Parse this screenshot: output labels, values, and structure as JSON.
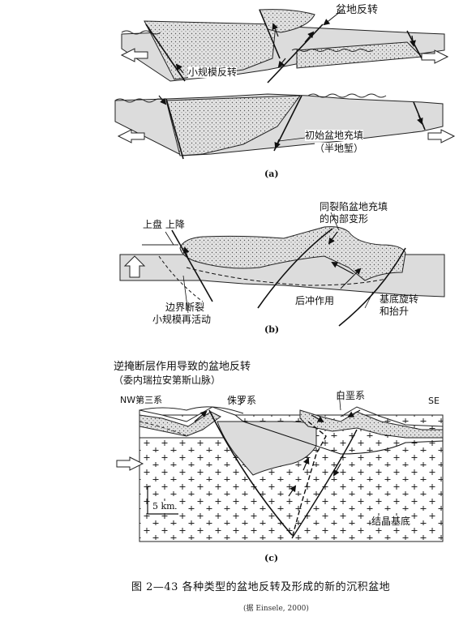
{
  "panel_a": {
    "label": "(a)",
    "top": {
      "inversion_label": "盆地反转",
      "minor_inversion_label": "小规模反转"
    },
    "bottom": {
      "fill_label_line1": "初始盆地充填",
      "fill_label_line2": "（半地堑）"
    }
  },
  "panel_b": {
    "label": "(b)",
    "hangingwall_uplift": "上盘 上降",
    "syn_rift_deform_line1": "同裂陷盆地充填",
    "syn_rift_deform_line2": "的内部变形",
    "boundary_fault_line1": "边界断裂",
    "boundary_fault_line2": "小规模再活动",
    "backthrust": "后冲作用",
    "basement_line1": "基底旋转",
    "basement_line2": "和抬升"
  },
  "panel_c": {
    "label": "(c)",
    "title_line1": "逆掩断层作用导致的盆地反转",
    "title_line2": "（委内瑞拉安第斯山脉）",
    "nw_tertiary": "NW第三系",
    "jurassic": "侏罗系",
    "cretaceous": "白垩系",
    "se": "SE",
    "scale": "5 km",
    "crystalline_basement": "结晶基底"
  },
  "caption": "图 2—43  各种类型的盆地反转及形成的新的沉积盆地",
  "source": "(据 Einsele, 2000)"
}
